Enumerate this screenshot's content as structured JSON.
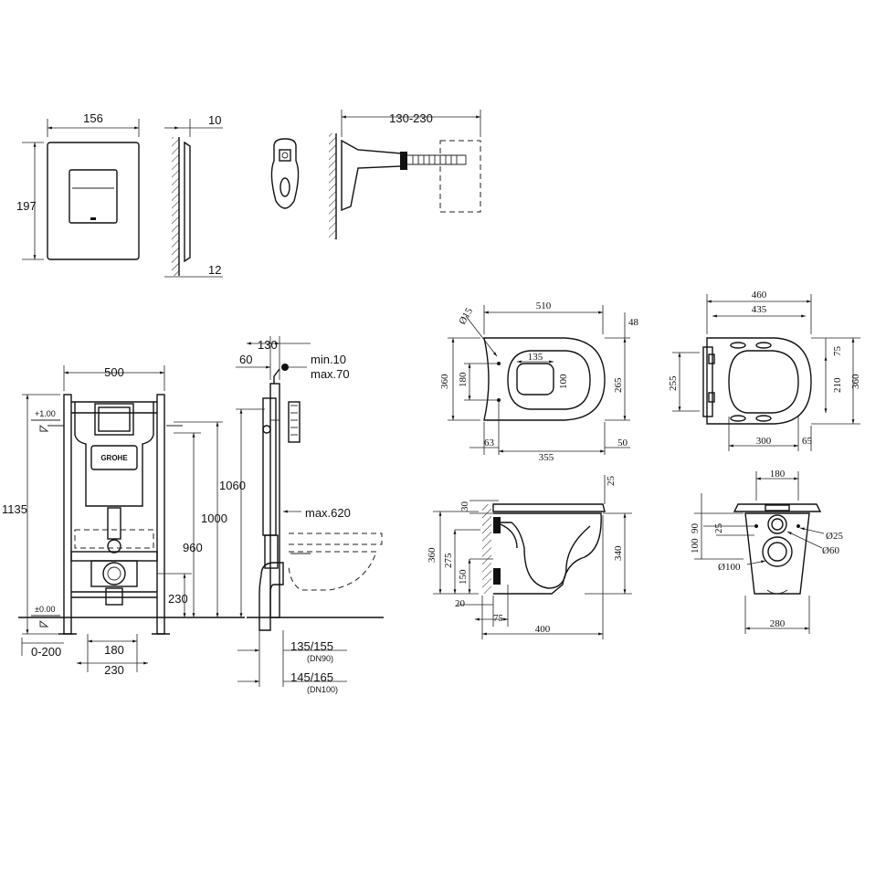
{
  "plate_front": {
    "width": "156",
    "height": "197"
  },
  "plate_side": {
    "top": "10",
    "bottom": "12"
  },
  "anchor": {
    "range": "130-230"
  },
  "frame_front": {
    "width": "500",
    "height": "1135",
    "level_top": "+1.00",
    "level_zero": "±0.00",
    "h1000": "1000",
    "h960": "960",
    "h230": "230",
    "floor_range": "0-200",
    "w180": "180",
    "w230": "230",
    "logo": "GROHE"
  },
  "frame_side": {
    "d130": "130",
    "d60": "60",
    "min": "min.10",
    "max": "max.70",
    "h1060": "1060",
    "max620": "max.620",
    "dn90": "135/155",
    "dn90_label": "(DN90)",
    "dn100": "145/165",
    "dn100_label": "(DN100)"
  },
  "bowl_top": {
    "length": "510",
    "d48": "48",
    "hole": "Ø15",
    "w360": "360",
    "w180": "180",
    "seat_w": "135",
    "seat_h": "100",
    "d265": "265",
    "d63": "63",
    "d355": "355",
    "d50": "50"
  },
  "seat_top": {
    "w460": "460",
    "w435": "435",
    "d75": "75",
    "d255": "255",
    "d210": "210",
    "d360": "360",
    "d300": "300",
    "d65": "65"
  },
  "bowl_side": {
    "d25": "25",
    "d30": "30",
    "h360": "360",
    "h275": "275",
    "h150": "150",
    "h340": "340",
    "d20": "20",
    "d75": "75",
    "len400": "400"
  },
  "bowl_back": {
    "w180": "180",
    "d100": "100",
    "d90": "90",
    "d25": "25",
    "hole25": "Ø25",
    "hole60": "Ø60",
    "hole100": "Ø100",
    "w280": "280"
  }
}
